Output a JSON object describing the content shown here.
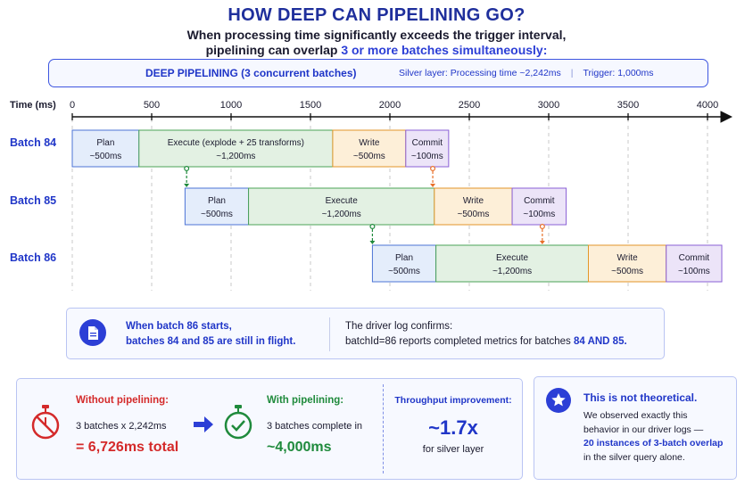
{
  "header": {
    "title": "HOW DEEP CAN PIPELINING GO?",
    "subtitle_line1": "When processing time significantly exceeds the trigger interval,",
    "subtitle_line2_prefix": "pipelining can overlap ",
    "subtitle_line2_highlight": "3 or more batches simultaneously:"
  },
  "banner": {
    "title": "DEEP PIPELINING (3 concurrent batches)",
    "processing_text": "Silver layer: Processing time ~2,242ms",
    "separator": "|",
    "trigger_text": "Trigger: 1,000ms"
  },
  "colors": {
    "accent": "#2036c8",
    "plan": "#e4edfb",
    "execute": "#e3f1e3",
    "write": "#fdefd8",
    "commit": "#ece4f8",
    "red": "#d42a2a",
    "green": "#1f8a3c",
    "orange": "#e8702a"
  },
  "chart_data": {
    "type": "gantt",
    "xlabel": "Time (ms)",
    "x_ticks": [
      0,
      500,
      1000,
      1500,
      2000,
      2500,
      3000,
      3500,
      4000
    ],
    "xlim": [
      0,
      4000
    ],
    "rows": [
      {
        "label": "Batch 84",
        "phases": [
          {
            "kind": "plan",
            "name": "Plan",
            "duration_label": "~500ms",
            "start": 0,
            "end": 420
          },
          {
            "kind": "execute",
            "name": "Execute (explode + 25 transforms)",
            "duration_label": "~1,200ms",
            "start": 420,
            "end": 1640
          },
          {
            "kind": "write",
            "name": "Write",
            "duration_label": "~500ms",
            "start": 1640,
            "end": 2100
          },
          {
            "kind": "commit",
            "name": "Commit",
            "duration_label": "~100ms",
            "start": 2100,
            "end": 2370
          }
        ]
      },
      {
        "label": "Batch 85",
        "phases": [
          {
            "kind": "plan",
            "name": "Plan",
            "duration_label": "~500ms",
            "start": 710,
            "end": 1110
          },
          {
            "kind": "execute",
            "name": "Execute",
            "duration_label": "~1,200ms",
            "start": 1110,
            "end": 2280
          },
          {
            "kind": "write",
            "name": "Write",
            "duration_label": "~500ms",
            "start": 2280,
            "end": 2770
          },
          {
            "kind": "commit",
            "name": "Commit",
            "duration_label": "~100ms",
            "start": 2770,
            "end": 3110
          }
        ]
      },
      {
        "label": "Batch 86",
        "phases": [
          {
            "kind": "plan",
            "name": "Plan",
            "duration_label": "~500ms",
            "start": 1890,
            "end": 2290
          },
          {
            "kind": "execute",
            "name": "Execute",
            "duration_label": "~1,200ms",
            "start": 2290,
            "end": 3250
          },
          {
            "kind": "write",
            "name": "Write",
            "duration_label": "~500ms",
            "start": 3250,
            "end": 3740
          },
          {
            "kind": "commit",
            "name": "Commit",
            "duration_label": "~100ms",
            "start": 3740,
            "end": 4090
          }
        ]
      }
    ],
    "connectors": [
      {
        "from_row": 0,
        "to_row": 1,
        "x": 720,
        "color": "green"
      },
      {
        "from_row": 0,
        "to_row": 1,
        "x": 2270,
        "color": "orange"
      },
      {
        "from_row": 1,
        "to_row": 2,
        "x": 1890,
        "color": "green"
      },
      {
        "from_row": 1,
        "to_row": 2,
        "x": 2960,
        "color": "orange"
      }
    ]
  },
  "note": {
    "left_line1": "When batch 86 starts,",
    "left_line2": "batches 84 and 85 are still in flight.",
    "right_line1": "The driver log confirms:",
    "right_line2_prefix": "batchId=86 reports completed metrics for batches ",
    "right_line2_highlight": "84 AND 85."
  },
  "comparison": {
    "without_label": "Without pipelining:",
    "without_detail": "3 batches x 2,242ms",
    "without_total": "= 6,726ms total",
    "with_label": "With pipelining:",
    "with_detail": "3 batches complete in",
    "with_total": "~4,000ms",
    "throughput_label": "Throughput improvement:",
    "throughput_value": "~1.7x",
    "throughput_context": "for silver layer"
  },
  "not_theoretical": {
    "heading": "This is not theoretical.",
    "body_line1": "We observed exactly this",
    "body_line2": "behavior in our driver logs —",
    "body_highlight": "20 instances of 3-batch overlap",
    "body_line4": "in the silver query alone."
  },
  "icons": {
    "note_icon": "document-icon",
    "without_icon": "stopwatch-crossed-icon",
    "arrow_icon": "arrow-right-icon",
    "with_icon": "stopwatch-check-icon",
    "star_icon": "star-icon"
  }
}
